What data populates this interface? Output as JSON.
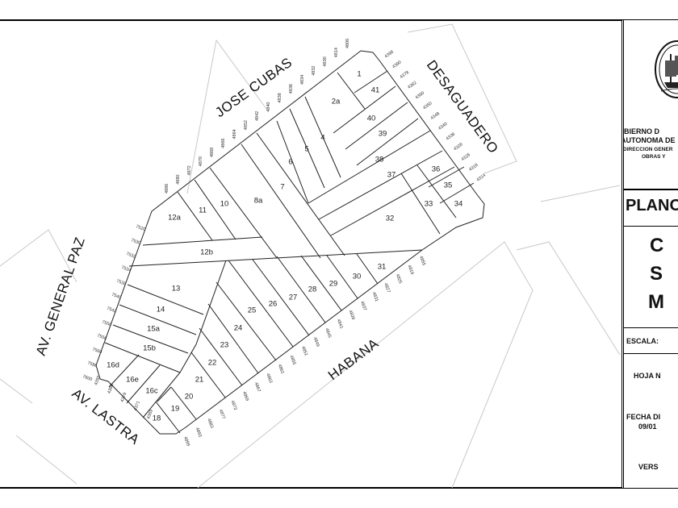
{
  "streets": {
    "top": "JOSE CUBAS",
    "right": "DESAGUADERO",
    "bottom": "HABANA",
    "left": "AV. GENERAL PAZ",
    "bottom_left": "AV. LASTRA"
  },
  "parcels": [
    "1",
    "41",
    "2a",
    "40",
    "39",
    "4",
    "5",
    "6",
    "38",
    "37",
    "7",
    "8a",
    "36",
    "35",
    "34",
    "33",
    "32",
    "10",
    "11",
    "12a",
    "12b",
    "31",
    "30",
    "29",
    "28",
    "27",
    "26",
    "25",
    "24",
    "23",
    "22",
    "21",
    "20",
    "19",
    "18",
    "13",
    "14",
    "15a",
    "15b",
    "16d",
    "16e",
    "16c"
  ],
  "street_numbers": {
    "jose_cubas": [
      "4806",
      "4814",
      "4830",
      "4832",
      "4834",
      "4836",
      "4838",
      "4840",
      "4842",
      "4852",
      "4864",
      "4866",
      "4868",
      "4870",
      "4872",
      "4880",
      "4886"
    ],
    "desaguadero": [
      "4396",
      "4390",
      "4378",
      "4362",
      "4360",
      "4350",
      "4348",
      "4340",
      "4338",
      "4328",
      "4326",
      "4318",
      "4314"
    ],
    "habana": [
      "4855",
      "4819",
      "4825",
      "4827",
      "4831",
      "4837",
      "4839",
      "4841",
      "4845",
      "4849",
      "4851",
      "4855",
      "4861",
      "4863",
      "4867",
      "4869",
      "4873",
      "4877",
      "4883",
      "4893",
      "4899"
    ],
    "general_paz": [
      "7520",
      "7530",
      "7532",
      "7534",
      "7538",
      "7540",
      "7542",
      "7550",
      "7556",
      "7560",
      "7586",
      "7600"
    ],
    "lastra": [
      "4395",
      "4386",
      "4379",
      "4371",
      "4369"
    ]
  },
  "title_block": {
    "gov_line1": "GOBIERNO D",
    "gov_line2": "AUTONOMA DE",
    "dir_line1": "DIRECCION GENER",
    "dir_line2": "OBRAS Y",
    "plan_title": "PLANO",
    "code": [
      "C",
      "S",
      "M"
    ],
    "scale_label": "ESCALA:",
    "sheet_label": "HOJA N",
    "date_label": "FECHA DI",
    "date_value": "09/01",
    "version_label": "VERS"
  }
}
